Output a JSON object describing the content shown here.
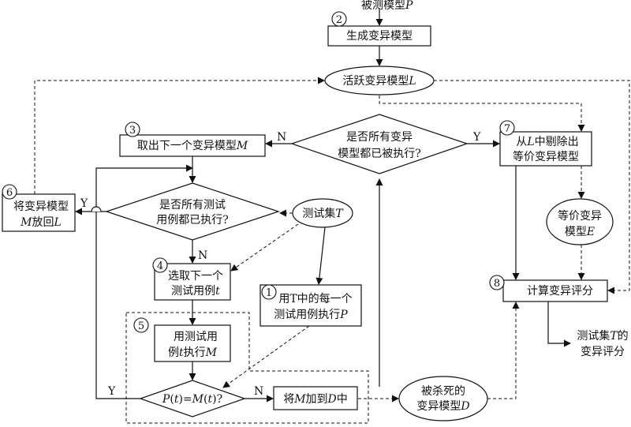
{
  "nodes": {
    "program_under_test": [
      "被测模型",
      "P"
    ],
    "generate": "生成变异模型",
    "live_set": [
      "活跃变异模型",
      "L"
    ],
    "all_executed_q": {
      "line1": "是否所有变异",
      "line2": "模型都已被执行?"
    },
    "next_mutant": [
      "取出下一个变异模型",
      "M"
    ],
    "all_tests_q": {
      "line1": "是否所有测试",
      "line2": "用例都已执行?"
    },
    "put_back": {
      "line1": "将变异模型",
      "line2": [
        "M",
        "放回",
        "L"
      ]
    },
    "test_set": [
      "测试集",
      "T"
    ],
    "select_test": {
      "line1": "选取下一个",
      "line2": [
        "测试用例",
        "t"
      ]
    },
    "run_each": {
      "line1": "用T中的每一个",
      "line2": [
        "测试用例执行",
        "P"
      ]
    },
    "exec_mutant": {
      "line1": "用测试用",
      "line2": [
        "例",
        "t",
        "执行",
        "M"
      ]
    },
    "compare": [
      "P",
      "(",
      "t",
      ")=",
      "M",
      "(",
      "t",
      ")?"
    ],
    "add_killed": [
      "将",
      "M",
      "加到",
      "D",
      "中"
    ],
    "killed_set": {
      "line1": "被杀死的",
      "line2": [
        "变异模型",
        "D"
      ]
    },
    "remove_equiv": {
      "line1": [
        "从",
        "L",
        "中剔除出"
      ],
      "line2": "等价变异模型"
    },
    "equiv_set": {
      "line1": "等价变异",
      "line2": [
        "模型",
        "E"
      ]
    },
    "score": "计算变异评分",
    "result": {
      "line1": [
        "测试集",
        "T",
        "的"
      ],
      "line2": "变异评分"
    }
  },
  "labels": {
    "yes": "Y",
    "no": "N"
  },
  "step_numbers": [
    "1",
    "2",
    "3",
    "4",
    "5",
    "6",
    "7",
    "8"
  ]
}
